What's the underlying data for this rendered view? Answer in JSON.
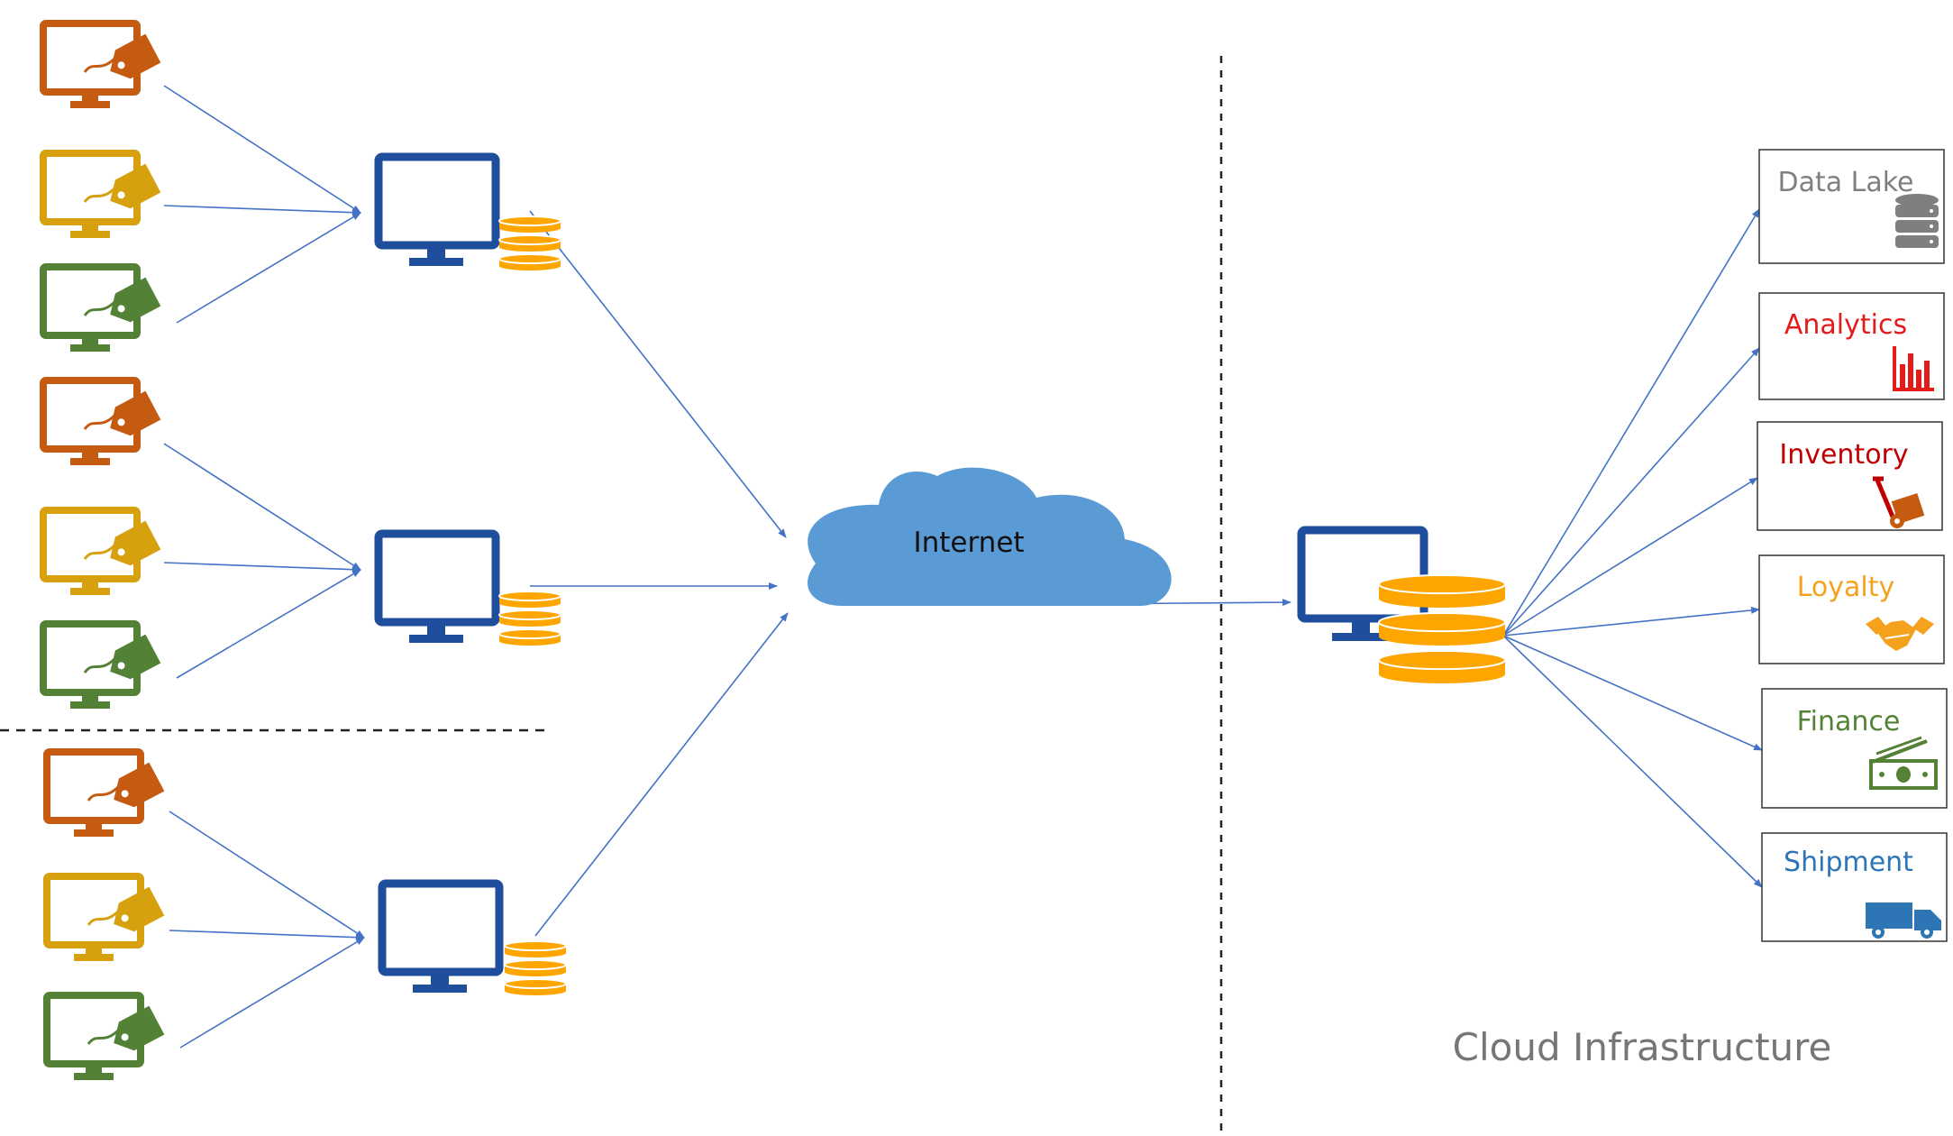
{
  "colors": {
    "orange_pos": "#C55A11",
    "gold_pos": "#D6A00F",
    "green_pos": "#538135",
    "store_server": "#1F4E9C",
    "db_orange": "#FFA500",
    "cloud": "#5B9BD5",
    "arrow": "#4472C4",
    "divider": "#222222",
    "data_lake": "#7F7F7F",
    "analytics": "#E41B1B",
    "inventory": "#C00000",
    "loyalty": "#F4A21E",
    "finance": "#548235",
    "shipment": "#2E75B6",
    "cloud_label": "#767676"
  },
  "internet": {
    "label": "Internet"
  },
  "cloud_infrastructure": {
    "label": "Cloud Infrastructure"
  },
  "services": [
    {
      "label": "Data Lake",
      "icon": "database-icon"
    },
    {
      "label": "Analytics",
      "icon": "bar-chart-icon"
    },
    {
      "label": "Inventory",
      "icon": "hand-truck-icon"
    },
    {
      "label": "Loyalty",
      "icon": "handshake-icon"
    },
    {
      "label": "Finance",
      "icon": "money-icon"
    },
    {
      "label": "Shipment",
      "icon": "truck-icon"
    }
  ],
  "stores": [
    {
      "pos_terminals": [
        "orange",
        "gold",
        "green"
      ],
      "icon": "store-server-icon"
    },
    {
      "pos_terminals": [
        "orange",
        "gold",
        "green"
      ],
      "icon": "store-server-icon"
    },
    {
      "pos_terminals": [
        "orange",
        "gold",
        "green"
      ],
      "icon": "store-server-icon"
    }
  ]
}
